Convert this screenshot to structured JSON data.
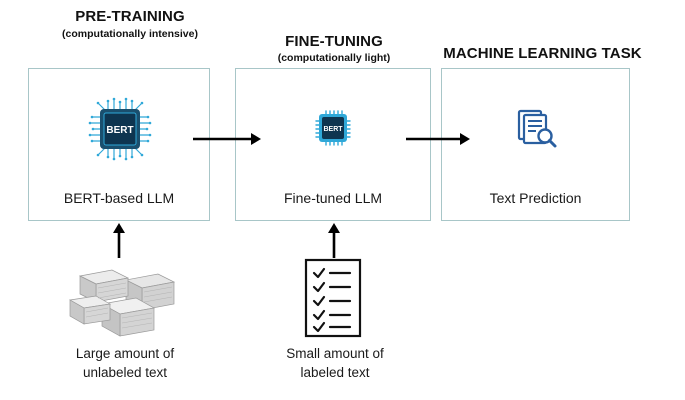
{
  "stages": [
    {
      "title": "PRE-TRAINING",
      "subtitle": "(computationally intensive)",
      "box_label": "BERT-based LLM",
      "chip_text": "BERT"
    },
    {
      "title": "FINE-TUNING",
      "subtitle": "(computationally light)",
      "box_label": "Fine-tuned LLM",
      "chip_text": "BERT"
    },
    {
      "title": "MACHINE LEARNING TASK",
      "subtitle": "",
      "box_label": "Text Prediction"
    }
  ],
  "inputs": [
    {
      "line1": "Large amount of",
      "line2": "unlabeled text"
    },
    {
      "line1": "Small amount of",
      "line2": "labeled text"
    }
  ],
  "colors": {
    "box_border": "#a8c6c8",
    "chip_dark": "#1a4f6e",
    "chip_accent": "#2fa8d8",
    "doc_icon": "#2a5fa0"
  }
}
